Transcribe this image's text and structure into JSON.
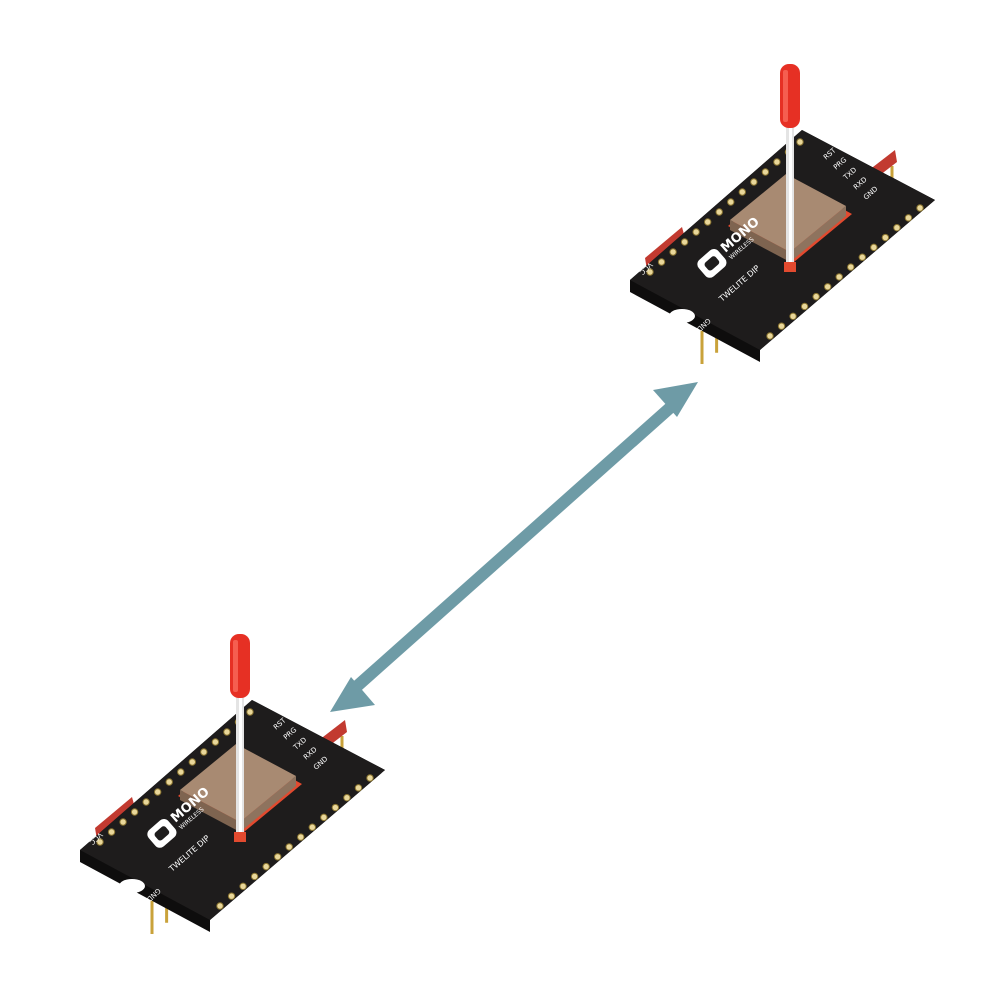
{
  "diagram": {
    "arrow": {
      "color": "#6e9ba6",
      "style": "bidirectional"
    },
    "modules": [
      {
        "id": "module-b",
        "brand": "MONO",
        "brand_sub": "WIRELESS",
        "model": "TWELITE DIP",
        "pin_labels": [
          "VCC",
          "GND",
          "RST",
          "PRG",
          "TXD",
          "RXD",
          "GND"
        ],
        "colors": {
          "board": "#1e1c1c",
          "antenna_cap": "#e63024",
          "shield": "#a88a72",
          "header": "#c23a30"
        }
      },
      {
        "id": "module-a",
        "brand": "MONO",
        "brand_sub": "WIRELESS",
        "model": "TWELITE DIP",
        "pin_labels": [
          "VCC",
          "GND",
          "RST",
          "PRG",
          "TXD",
          "RXD",
          "GND"
        ],
        "colors": {
          "board": "#1e1c1c",
          "antenna_cap": "#e63024",
          "shield": "#a88a72",
          "header": "#c23a30"
        }
      }
    ]
  }
}
